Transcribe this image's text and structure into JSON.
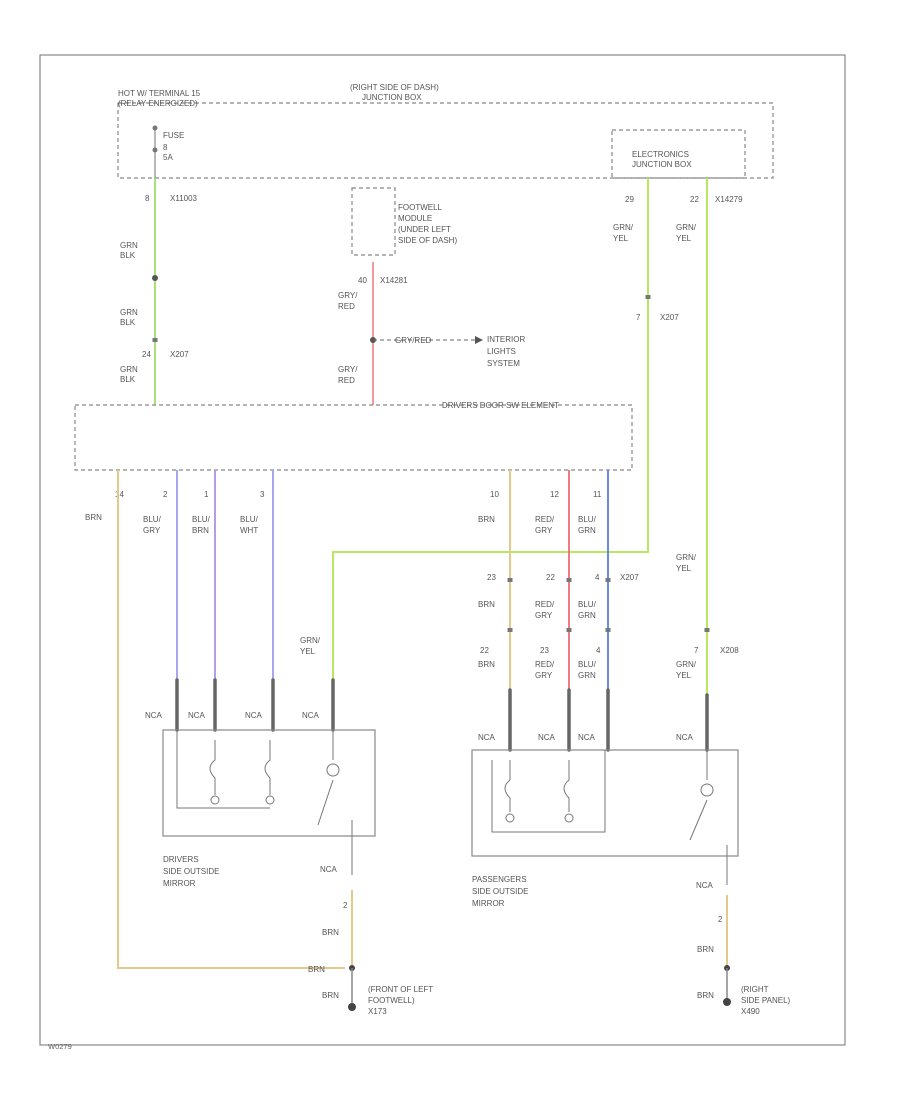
{
  "colors": {
    "grn_blk": "#a8e07a",
    "gry_red": "#f09a9a",
    "grn_yel": "#b8e860",
    "blu_gry": "#a9a6f0",
    "blu_brn": "#b39ee6",
    "blu_wht": "#a9a6f0",
    "brn": "#e3c98a",
    "red_gry": "#f07a82",
    "blu_grn": "#6a8ae6",
    "frame": "#888888",
    "connector": "#666666"
  },
  "diagram_id": "W0279",
  "power": {
    "hot_label_1": "HOT W/ TERMINAL 15",
    "hot_label_2": "(RELAY ENERGIZED)",
    "junction_label_1": "(RIGHT SIDE OF DASH)",
    "junction_label_2": "JUNCTION BOX",
    "fuse_1": "FUSE",
    "fuse_2": "8",
    "fuse_3": "5A",
    "pin": "8",
    "connector": "X11003"
  },
  "electronics": {
    "label_1": "ELECTRONICS",
    "label_2": "JUNCTION BOX",
    "pin_a": "29",
    "pin_b": "22",
    "connector": "X14279"
  },
  "footwell": {
    "label_1": "FOOTWELL",
    "label_2": "MODULE",
    "label_3": "(UNDER LEFT",
    "label_4": "SIDE OF DASH)",
    "pin": "40",
    "connector": "X14281"
  },
  "interior": {
    "wire": "GRY/RED",
    "label_1": "INTERIOR",
    "label_2": "LIGHTS",
    "label_3": "SYSTEM"
  },
  "drivers_switch": {
    "label": "DRIVERS DOOR SW ELEMENT"
  },
  "wires": {
    "grn_blk_1": "GRN",
    "grn_blk_2": "BLK",
    "gry_red_1": "GRY/",
    "gry_red_2": "RED",
    "grn_yel_1": "GRN/",
    "grn_yel_2": "YEL",
    "pin_24": "24",
    "pin_7": "7",
    "x207": "X207",
    "x208": "X208",
    "brn": "BRN",
    "blu_gry_1": "BLU/",
    "blu_gry_2": "GRY",
    "blu_brn_1": "BLU/",
    "blu_brn_2": "BRN",
    "blu_wht_1": "BLU/",
    "blu_wht_2": "WHT",
    "red_gry_1": "RED/",
    "red_gry_2": "GRY",
    "blu_grn_1": "BLU/",
    "blu_grn_2": "GRN",
    "pin_14": "14",
    "pin_2": "2",
    "pin_1": "1",
    "pin_3": "3",
    "pin_10": "10",
    "pin_12": "12",
    "pin_11": "11",
    "pin_23": "23",
    "pin_22": "22",
    "pin_4": "4",
    "nca": "NCA"
  },
  "mirrors": {
    "driver_1": "DRIVERS",
    "driver_2": "SIDE OUTSIDE",
    "driver_3": "MIRROR",
    "passenger_1": "PASSENGERS",
    "passenger_2": "SIDE OUTSIDE",
    "passenger_3": "MIRROR"
  },
  "grounds": {
    "left_1": "(FRONT OF LEFT",
    "left_2": "FOOTWELL)",
    "left_3": "X173",
    "right_1": "(RIGHT",
    "right_2": "SIDE PANEL)",
    "right_3": "X490"
  }
}
